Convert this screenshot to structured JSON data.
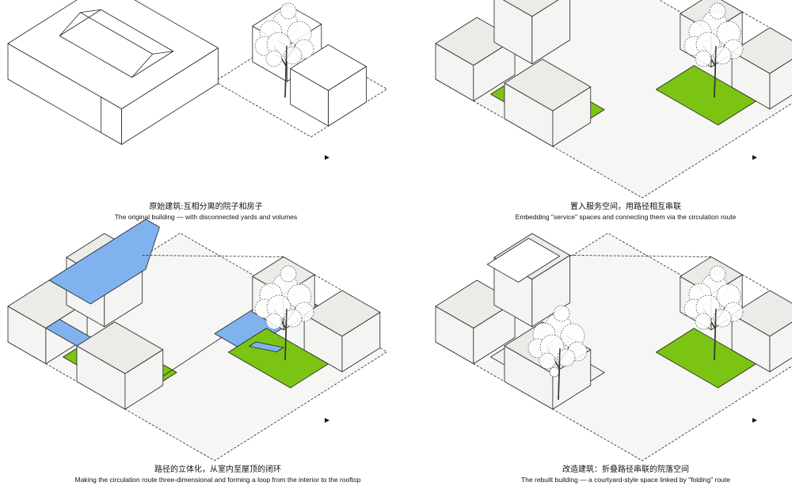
{
  "panels": [
    {
      "caption_cn": "原始建筑:互相分离的院子和房子",
      "caption_en": "The original building — with disconnected yards and volumes"
    },
    {
      "caption_cn": "置入服务空间，用路径相互串联",
      "caption_en": "Embedding \"service\" spaces and connecting them via the circulation route"
    },
    {
      "caption_cn": "路径的立体化，从室内至屋顶的闭环",
      "caption_en": "Making the circulation route three-dimensional and forming a loop from the interior to the rooftop"
    },
    {
      "caption_cn": "改造建筑：折叠路径串联的院落空间",
      "caption_en": "The rebuilt building — a courtyard-style space linked by \"folding\" route"
    }
  ],
  "colors": {
    "yard_green": "#7cc414",
    "route_blue": "#80b2ef",
    "volume_gray": "#ebebe7",
    "line": "#222222"
  }
}
